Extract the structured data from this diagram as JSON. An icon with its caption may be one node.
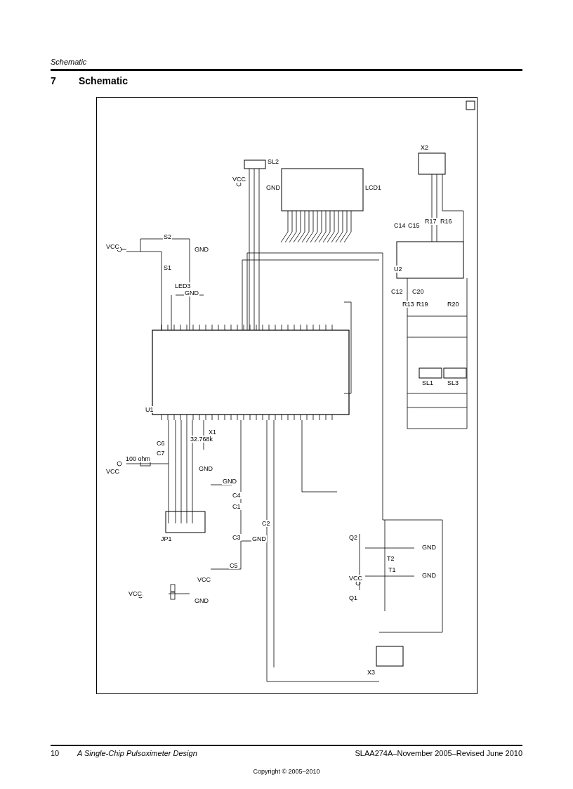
{
  "diagram": {
    "title": "Schematic",
    "labels": [
      "Schematic",
      "7",
      "VCC",
      "VCC",
      "GND",
      "SL2",
      "LCD1",
      "X2",
      "GND",
      "S2",
      "S1",
      "GND",
      "LED3",
      "C14",
      "C15",
      "R17",
      "R16",
      "U2",
      "C12",
      "C20",
      "R13",
      "R19",
      "R20",
      "U1",
      "SL1",
      "SL3",
      "X1",
      "32.768k",
      "C6",
      "C7",
      "VCC",
      "100 ohm",
      "GND",
      "GND",
      "C4",
      "C1",
      "C2",
      "GND",
      "Q2",
      "T2",
      "GND",
      "C3",
      "C5",
      "VCC",
      "VCC",
      "T1",
      "GND",
      "JP1",
      "Q1",
      "VCC",
      "GND",
      "X3",
      "10",
      "A Single-Chip Pulsoximeter Design",
      "SLAA274A–November 2005–Revised June 2010",
      "Copyright © 2005–2010"
    ]
  }
}
